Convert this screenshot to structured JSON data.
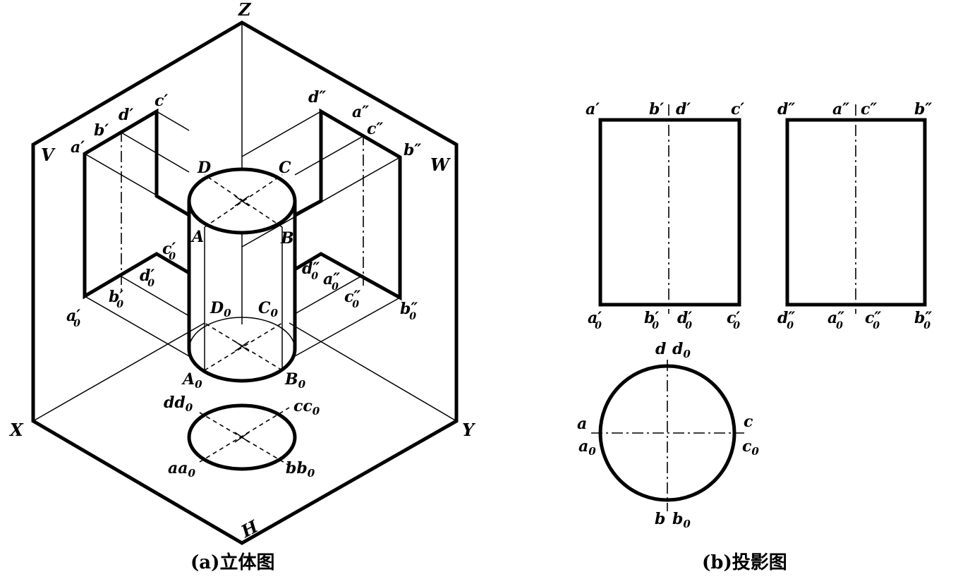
{
  "figure_a": {
    "caption": "(a)立体图",
    "axes": {
      "z": "Z",
      "x": "X",
      "y": "Y"
    },
    "planes": {
      "v": "V",
      "w": "W",
      "h": "H"
    },
    "solid_points": {
      "A": "A",
      "B": "B",
      "C": "C",
      "D": "D",
      "A0": "A0",
      "B0": "B0",
      "C0": "C0",
      "D0": "D0"
    },
    "v_projection": {
      "a": "a′",
      "b": "b′",
      "c": "c′",
      "d": "d′",
      "a0": "a′0",
      "b0": "b′0",
      "c0": "c′0",
      "d0": "d′0"
    },
    "w_projection": {
      "a": "a″",
      "b": "b″",
      "c": "c″",
      "d": "d″",
      "a0": "a″0",
      "b0": "b″0",
      "c0": "c″0",
      "d0": "d″0"
    },
    "h_projection": {
      "aa0": "aa0",
      "bb0": "bb0",
      "cc0": "cc0",
      "dd0": "dd0"
    }
  },
  "figure_b": {
    "caption": "(b)投影图",
    "front_top": [
      "a′",
      "b′",
      "d′",
      "c′"
    ],
    "front_bottom": [
      "a′0",
      "b′0",
      "d′0",
      "c′0"
    ],
    "side_top": [
      "d″",
      "a″",
      "c″",
      "b″"
    ],
    "side_bottom": [
      "d″0",
      "a″0",
      "c″0",
      "b″0"
    ],
    "top_view": {
      "d": "d",
      "d0": "d0",
      "a": "a",
      "a0": "a0",
      "c": "c",
      "c0": "c0",
      "b": "b",
      "b0": "b0"
    }
  }
}
